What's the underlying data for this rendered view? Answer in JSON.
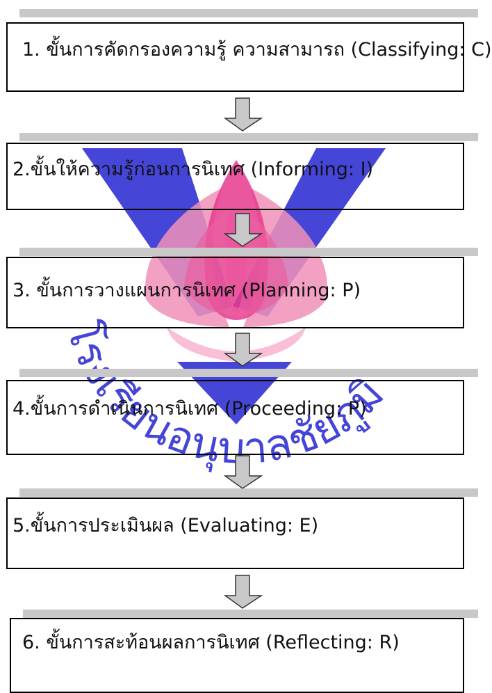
{
  "watermark": {
    "text": "โรงเรียนอนุบาลชัยภูมิ",
    "colors": {
      "blue": "#3a3ad2",
      "pink": "#f38fb5",
      "magenta": "#e8358a"
    }
  },
  "steps": [
    {
      "label": "1. ขั้นการคัดกรองความรู้ ความสามารถ (Classifying: C)"
    },
    {
      "label": "2.ขั้นให้ความรู้ก่อนการนิเทศ (Informing: I)"
    },
    {
      "label": "3. ขั้นการวางแผนการนิเทศ (Planning: P)"
    },
    {
      "label": "4.ขั้นการดำเนินการนิเทศ (Proceeding: P)"
    },
    {
      "label": "5.ขั้นการประเมินผล (Evaluating: E)"
    },
    {
      "label": "6. ขั้นการสะท้อนผลการนิเทศ (Reflecting: R)"
    }
  ],
  "colors": {
    "box_border": "#000000",
    "shade": "#c8c8c8",
    "arrow_fill": "#c8c8c8",
    "arrow_stroke": "#333333"
  }
}
